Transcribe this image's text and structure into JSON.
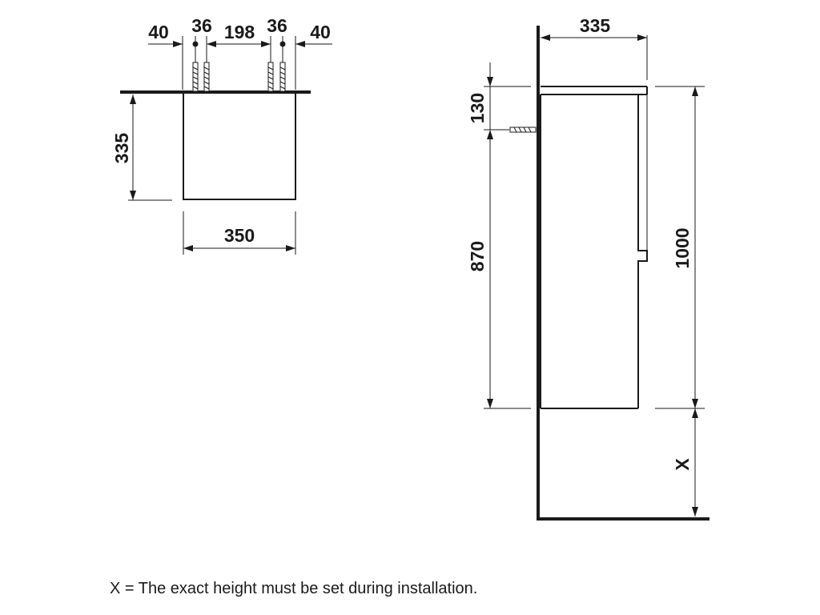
{
  "dimensions": {
    "top_view": {
      "spacing_left": "40",
      "hole_left": "36",
      "center": "198",
      "hole_right": "36",
      "spacing_right": "40",
      "depth": "335",
      "width": "350"
    },
    "side_view": {
      "depth": "335",
      "bracket_offset": "130",
      "bracket_to_bottom": "870",
      "height": "1000",
      "floor_gap": "X"
    }
  },
  "note": "X = The exact height must be set during installation."
}
